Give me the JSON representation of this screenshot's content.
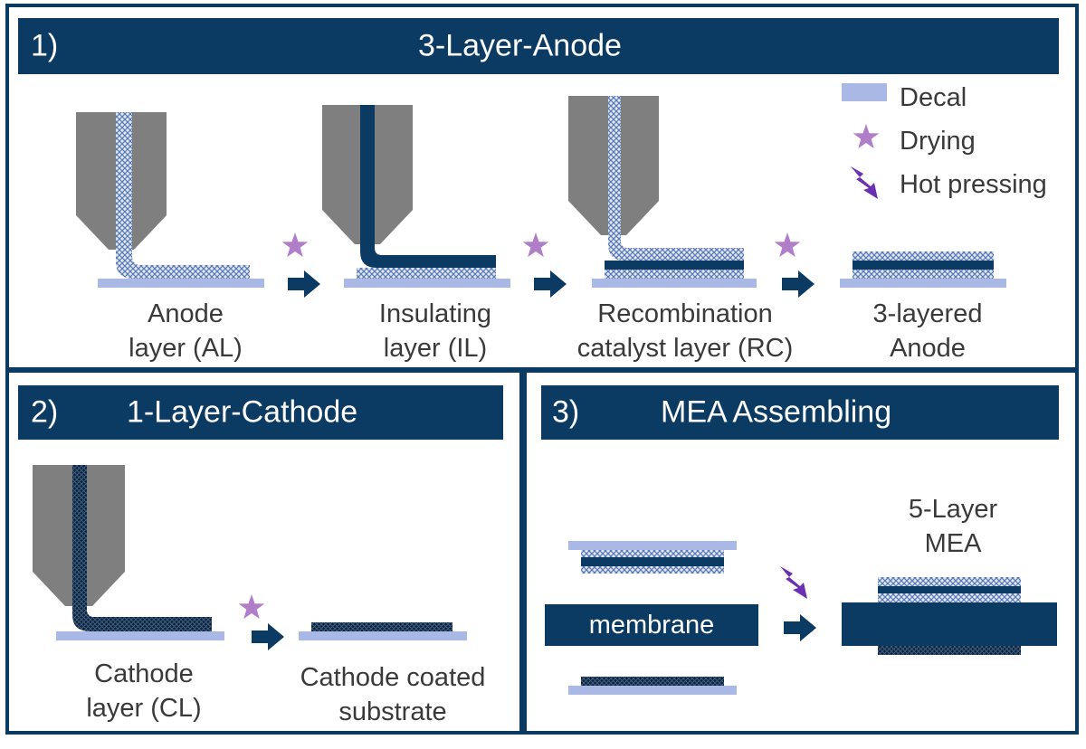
{
  "panel1": {
    "number": "1)",
    "title": "3-Layer-Anode"
  },
  "panel2": {
    "number": "2)",
    "title": "1-Layer-Cathode"
  },
  "panel3": {
    "number": "3)",
    "title": "MEA Assembling"
  },
  "legend": {
    "decal": "Decal",
    "drying": "Drying",
    "hot_pressing": "Hot pressing"
  },
  "steps": {
    "anode": [
      "Anode",
      "layer (AL)"
    ],
    "insulating": [
      "Insulating",
      "layer (IL)"
    ],
    "recombination": [
      "Recombination",
      "catalyst layer (RC)"
    ],
    "three_layered": [
      "3-layered",
      "Anode"
    ],
    "cathode": [
      "Cathode",
      "layer (CL)"
    ],
    "cathode_coated": [
      "Cathode coated",
      "substrate"
    ],
    "mea": [
      "5-Layer",
      "MEA"
    ]
  },
  "membrane_label": "membrane",
  "colors": {
    "navy": "#0b3a63",
    "decal": "#a9b8e4",
    "nozzle": "#7f7f7f",
    "drying_star": "#b07ec9",
    "hot_pressing": "#6b2fb3"
  }
}
